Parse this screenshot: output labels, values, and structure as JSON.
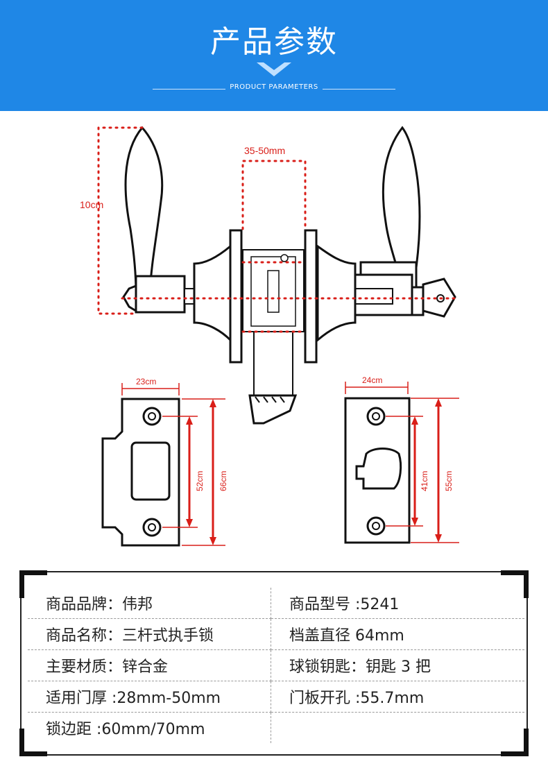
{
  "header": {
    "title": "产品参数",
    "subtitle": "PRODUCT PARAMETERS",
    "background_color": "#1f87e6"
  },
  "diagram": {
    "handle_height_label": "10cm",
    "door_thickness_label": "35-50mm",
    "strike_plate_left": {
      "width_label": "23cm",
      "hole_spacing_label": "52cm",
      "height_label": "66cm"
    },
    "strike_plate_right": {
      "width_label": "24cm",
      "hole_spacing_label": "41cm",
      "height_label": "55cm"
    },
    "dimension_color": "#d91e18",
    "icons": [
      "lever-handle-icon",
      "key-icon",
      "strike-plate-icon"
    ]
  },
  "specs": {
    "rows": [
      {
        "left": "商品品牌：伟邦",
        "right": "商品型号 :5241"
      },
      {
        "left": "商品名称：三杆式执手锁",
        "right": "档盖直径 64mm"
      },
      {
        "left": "主要材质：锌合金",
        "right": "球锁钥匙：钥匙 3 把"
      },
      {
        "left": "适用门厚 :28mm-50mm",
        "right": "门板开孔 :55.7mm"
      },
      {
        "left": "锁边距 :60mm/70mm",
        "right": ""
      }
    ]
  }
}
